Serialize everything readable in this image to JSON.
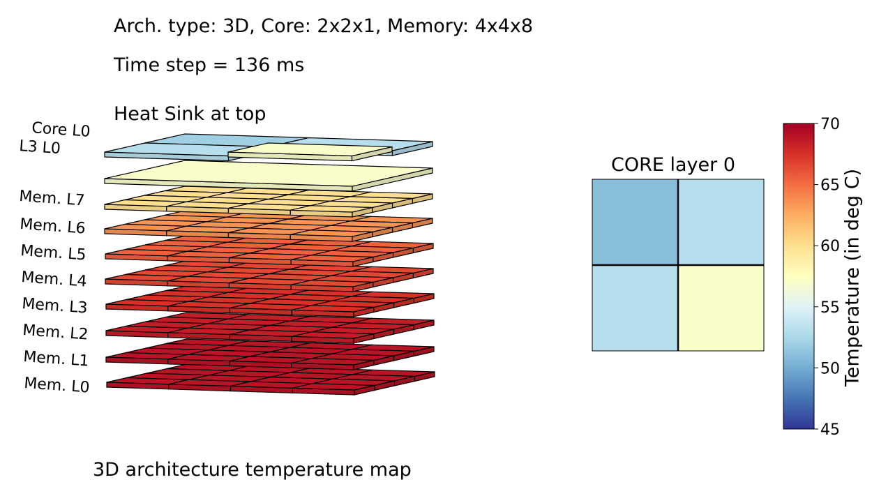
{
  "header": {
    "arch_line": "Arch. type: 3D, Core: 2x2x1, Memory: 4x4x8",
    "time_line": "Time step = 136 ms",
    "sink_line": "Heat Sink at top"
  },
  "caption": "3D architecture temperature map",
  "chart_data": [
    {
      "type": "heatmap",
      "title": "3D architecture temperature map",
      "layers": [
        {
          "label": "Core  L0",
          "kind": "core",
          "grid": [
            [
              52,
              53
            ],
            [
              53,
              57
            ]
          ]
        },
        {
          "label": "L3 L0",
          "kind": "cache",
          "grid": [
            [
              57
            ]
          ]
        },
        {
          "label": "Mem. L7",
          "kind": "mem",
          "grid": [
            [
              60,
              60,
              60,
              60
            ],
            [
              60,
              60,
              60,
              60
            ],
            [
              60,
              60,
              60,
              60
            ],
            [
              60,
              60,
              60,
              60
            ]
          ]
        },
        {
          "label": "Mem. L6",
          "kind": "mem",
          "grid": [
            [
              63.5,
              63.5,
              63.5,
              63.5
            ],
            [
              63.5,
              63.5,
              63.5,
              63.5
            ],
            [
              63.5,
              63.5,
              63.5,
              63.5
            ],
            [
              63.5,
              63.5,
              63.5,
              63.5
            ]
          ]
        },
        {
          "label": "Mem. L5",
          "kind": "mem",
          "grid": [
            [
              65.5,
              65.5,
              65.5,
              65.5
            ],
            [
              65.5,
              65.5,
              65.5,
              65.5
            ],
            [
              65.5,
              65.5,
              65.5,
              65.5
            ],
            [
              65.5,
              65.5,
              65.5,
              65.5
            ]
          ]
        },
        {
          "label": "Mem. L4",
          "kind": "mem",
          "grid": [
            [
              66.5,
              66.5,
              66.5,
              66.5
            ],
            [
              66.5,
              66.5,
              66.5,
              66.5
            ],
            [
              66.5,
              66.5,
              66.5,
              66.5
            ],
            [
              66.5,
              66.5,
              66.5,
              66.5
            ]
          ]
        },
        {
          "label": "Mem. L3",
          "kind": "mem",
          "grid": [
            [
              67.5,
              67.5,
              67.5,
              67.5
            ],
            [
              67.5,
              67.5,
              67.5,
              67.5
            ],
            [
              67.5,
              67.5,
              67.5,
              67.5
            ],
            [
              67.5,
              67.5,
              67.5,
              67.5
            ]
          ]
        },
        {
          "label": "Mem. L2",
          "kind": "mem",
          "grid": [
            [
              68.5,
              68.5,
              68.5,
              68.5
            ],
            [
              68.5,
              68.5,
              68.5,
              68.5
            ],
            [
              68.5,
              68.5,
              68.5,
              68.5
            ],
            [
              68.5,
              68.5,
              68.5,
              68.5
            ]
          ]
        },
        {
          "label": "Mem. L1",
          "kind": "mem",
          "grid": [
            [
              69,
              69,
              69,
              69
            ],
            [
              69,
              69,
              69,
              69
            ],
            [
              69,
              69,
              69,
              69
            ],
            [
              69,
              69,
              69,
              69
            ]
          ]
        },
        {
          "label": "Mem. L0",
          "kind": "mem",
          "grid": [
            [
              69,
              69,
              69,
              69
            ],
            [
              69,
              69,
              69,
              69
            ],
            [
              69,
              69,
              69,
              69
            ],
            [
              69,
              69,
              69,
              69
            ]
          ]
        }
      ]
    },
    {
      "type": "heatmap",
      "title": "CORE layer 0",
      "grid": [
        [
          51,
          53
        ],
        [
          53,
          57
        ]
      ]
    },
    {
      "type": "colorbar",
      "label": "Temperature (in deg C)",
      "range": [
        45,
        70
      ],
      "ticks": [
        "45",
        "50",
        "55",
        "60",
        "65",
        "70"
      ],
      "colormap": "RdYlBu_r"
    }
  ],
  "colors": {
    "stops": [
      "#313695",
      "#4575b4",
      "#74add1",
      "#abd9e9",
      "#e0f3f8",
      "#ffffbf",
      "#fee090",
      "#fdae61",
      "#f46d43",
      "#d73027",
      "#a50026"
    ],
    "edge": "#000000"
  }
}
